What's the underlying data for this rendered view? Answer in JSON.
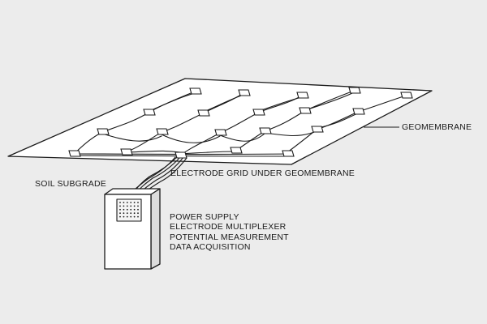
{
  "labels": {
    "geomembrane": "GEOMEMBRANE",
    "soil_subgrade": "SOIL SUBGRADE",
    "electrode_grid": "ELECTRODE GRID UNDER GEOMEMBRANE"
  },
  "instrument_functions": [
    "POWER SUPPLY",
    "ELECTRODE MULTIPLEXER",
    "POTENTIAL MEASUREMENT",
    "DATA ACQUISITION"
  ],
  "colors": {
    "background": "#ececec",
    "line": "#1a1a1a",
    "fill": "#ffffff",
    "panel": "#e4e4e4"
  }
}
